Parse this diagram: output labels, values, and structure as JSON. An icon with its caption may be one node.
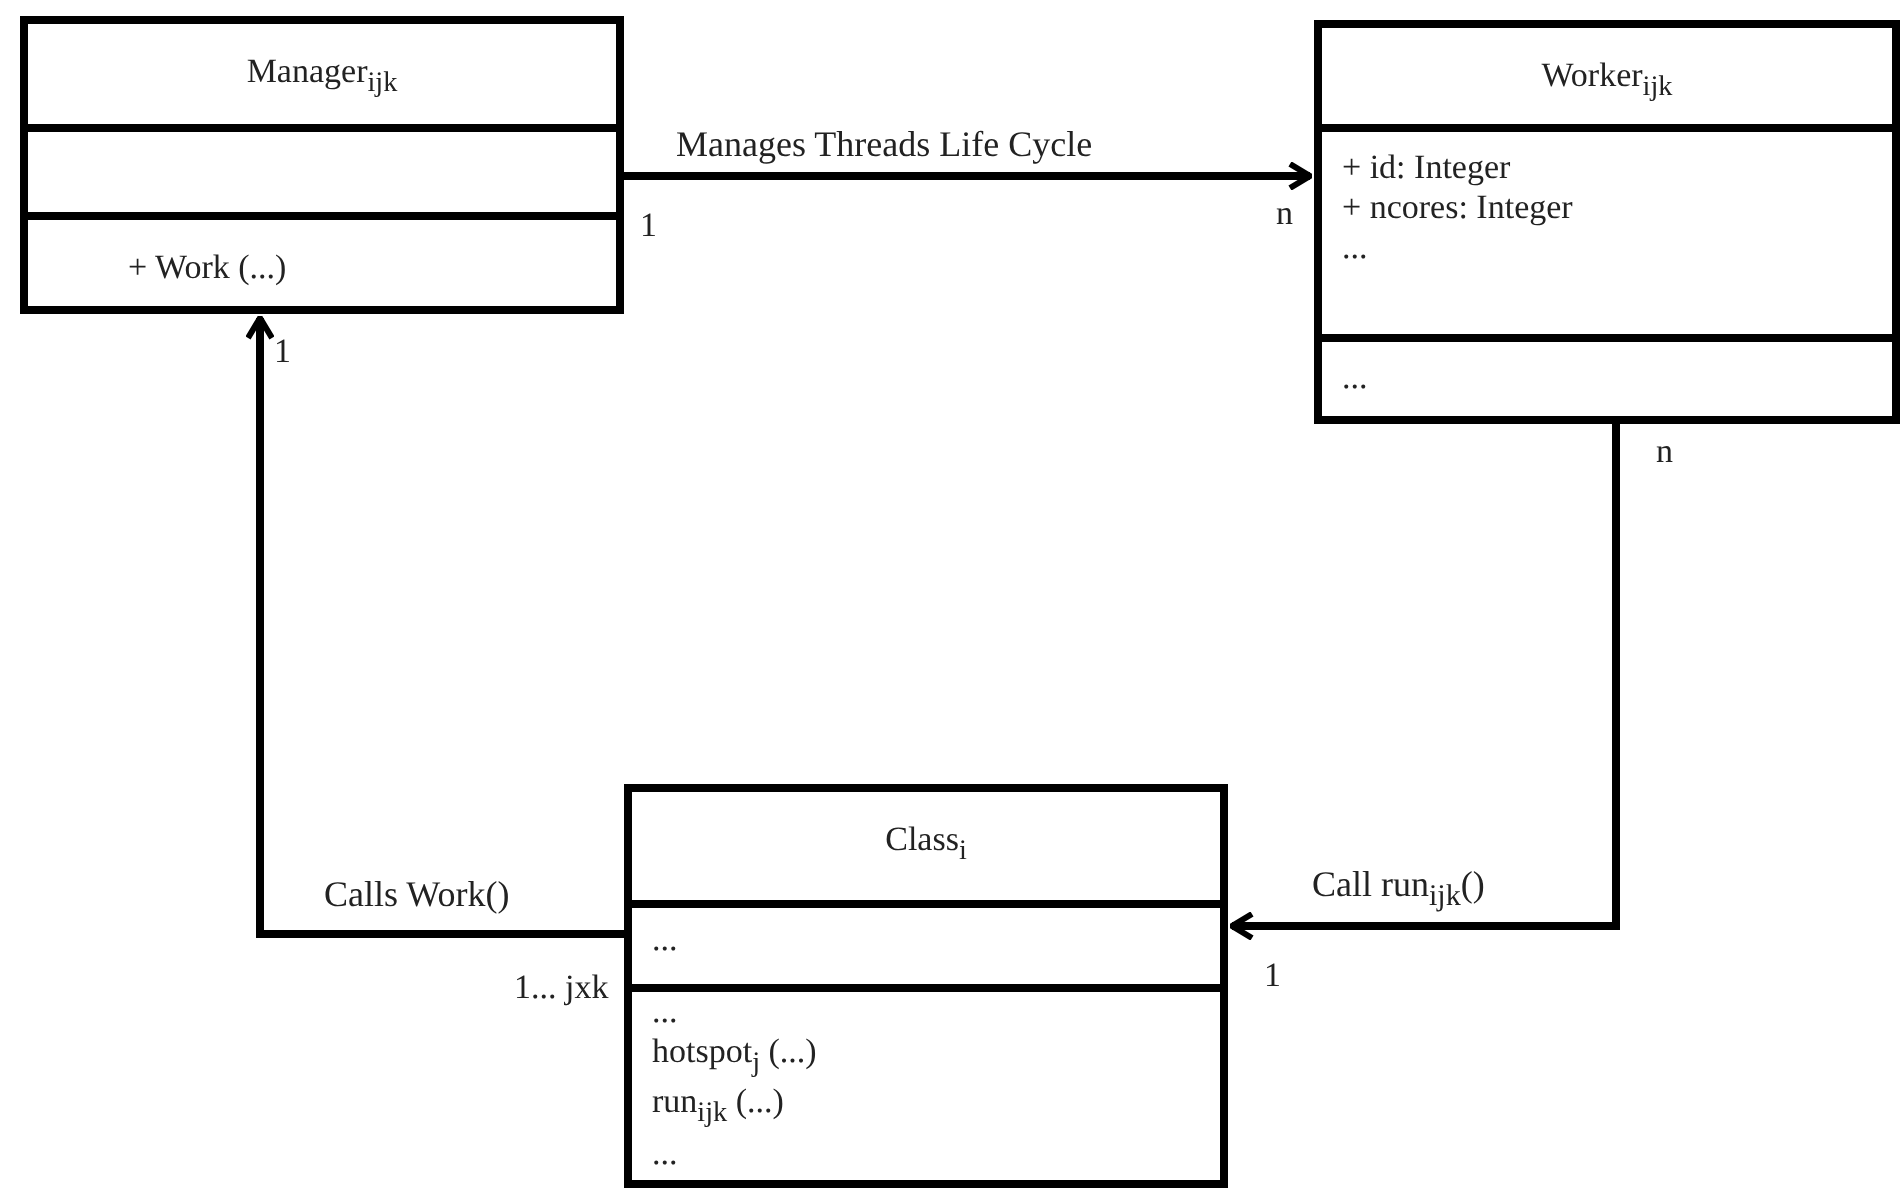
{
  "diagram": {
    "nodes": [
      {
        "text": [
          "Manager$_{ijk}$"
        ]
      },
      {
        "text": [],
        "shape": "box",
        "in": 0
      },
      {
        "text": [
          "+ Work (...)"
        ],
        "in": 0
      },
      {
        "text": [
          "Worker$_{ijk}$"
        ]
      },
      {
        "text": [
          "+ id: Integer",
          "+ ncores: Integer",
          "..."
        ],
        "in": 3
      },
      {
        "text": [
          "..."
        ],
        "in": 3
      },
      {
        "text": [
          "Class$_{i}$"
        ]
      },
      {
        "text": [
          "..."
        ],
        "in": 6
      },
      {
        "text": [
          "...",
          "hotspot$_{j}$ (...)",
          "run$_{ijk}$ (...)",
          "..."
        ],
        "in": 6
      }
    ],
    "edges": [
      {
        "from": 0,
        "to": 3,
        "arrow": "to",
        "label": "Manages Threads Life Cycle"
      },
      {
        "from": 3,
        "to": 6,
        "arrow": "to",
        "label": "Call run$_{ijk}$()"
      },
      {
        "from": 6,
        "to": 0,
        "arrow": "to",
        "label": "Calls Work()"
      }
    ],
    "labels": [
      "1",
      "n",
      "1",
      "n",
      "1... jxk",
      "1"
    ]
  }
}
